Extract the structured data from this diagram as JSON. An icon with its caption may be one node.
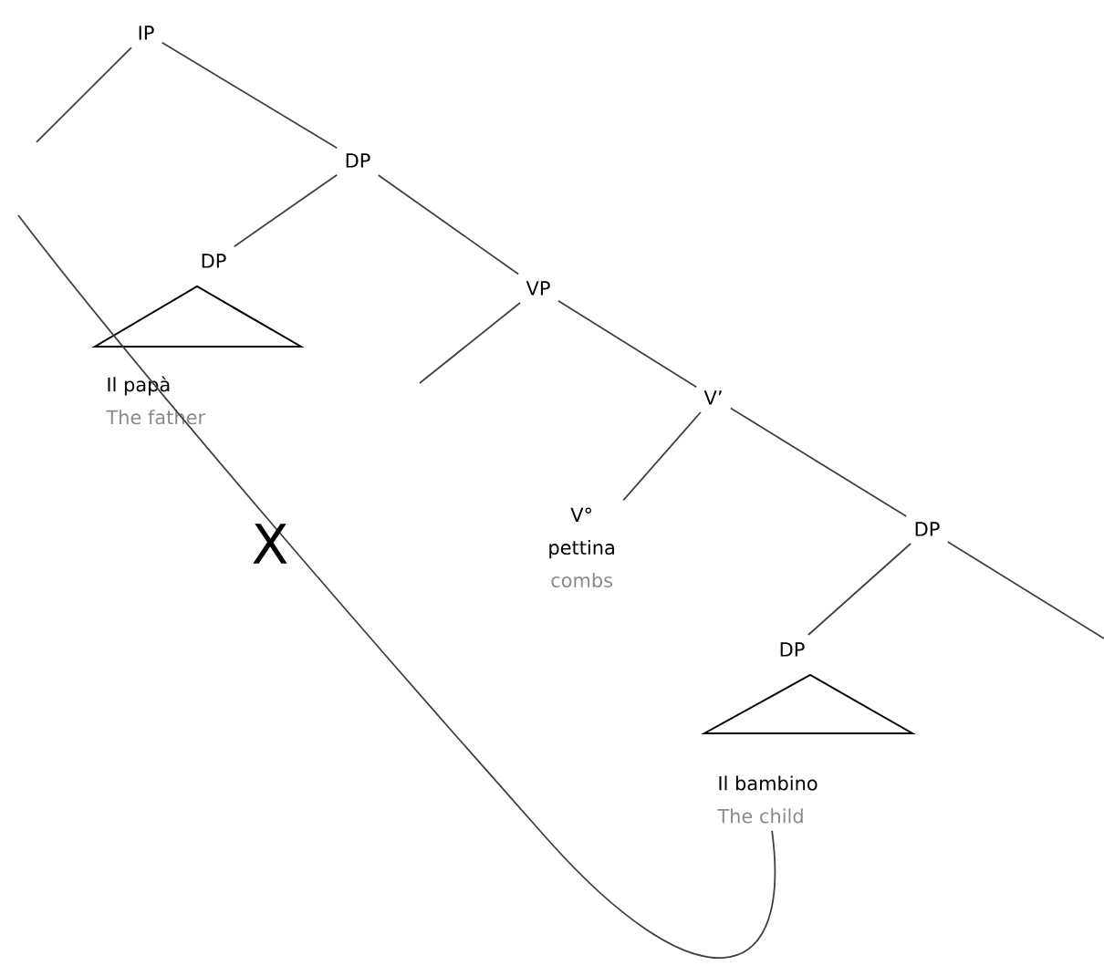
{
  "diagram": {
    "nodes": [
      {
        "text": [
          "IP"
        ]
      },
      {
        "text": [
          "DP"
        ]
      },
      {
        "text": [
          "DP"
        ]
      },
      {
        "text": [
          "Il papà",
          "The father"
        ]
      },
      {
        "text": [
          "VP"
        ]
      },
      {
        "text": [
          "V’"
        ]
      },
      {
        "text": [
          "V°",
          "pettina",
          "combs"
        ]
      },
      {
        "text": [
          "DP"
        ]
      },
      {
        "text": [
          "DP"
        ]
      },
      {
        "text": [
          "Il bambino",
          "The child"
        ]
      }
    ],
    "edges": [
      {
        "from": 0,
        "to": null,
        "arrow": "none"
      },
      {
        "from": 0,
        "to": 1,
        "arrow": "none"
      },
      {
        "from": 1,
        "to": 2,
        "arrow": "none"
      },
      {
        "from": 1,
        "to": 4,
        "arrow": "none"
      },
      {
        "from": 4,
        "to": null,
        "arrow": "none"
      },
      {
        "from": 4,
        "to": 5,
        "arrow": "none"
      },
      {
        "from": 5,
        "to": 6,
        "arrow": "none"
      },
      {
        "from": 5,
        "to": 7,
        "arrow": "none"
      },
      {
        "from": 7,
        "to": 8,
        "arrow": "none"
      },
      {
        "from": 7,
        "to": null,
        "arrow": "none"
      },
      {
        "from": 9,
        "to": null,
        "arrow": "none"
      }
    ],
    "labels": [
      "X"
    ]
  }
}
